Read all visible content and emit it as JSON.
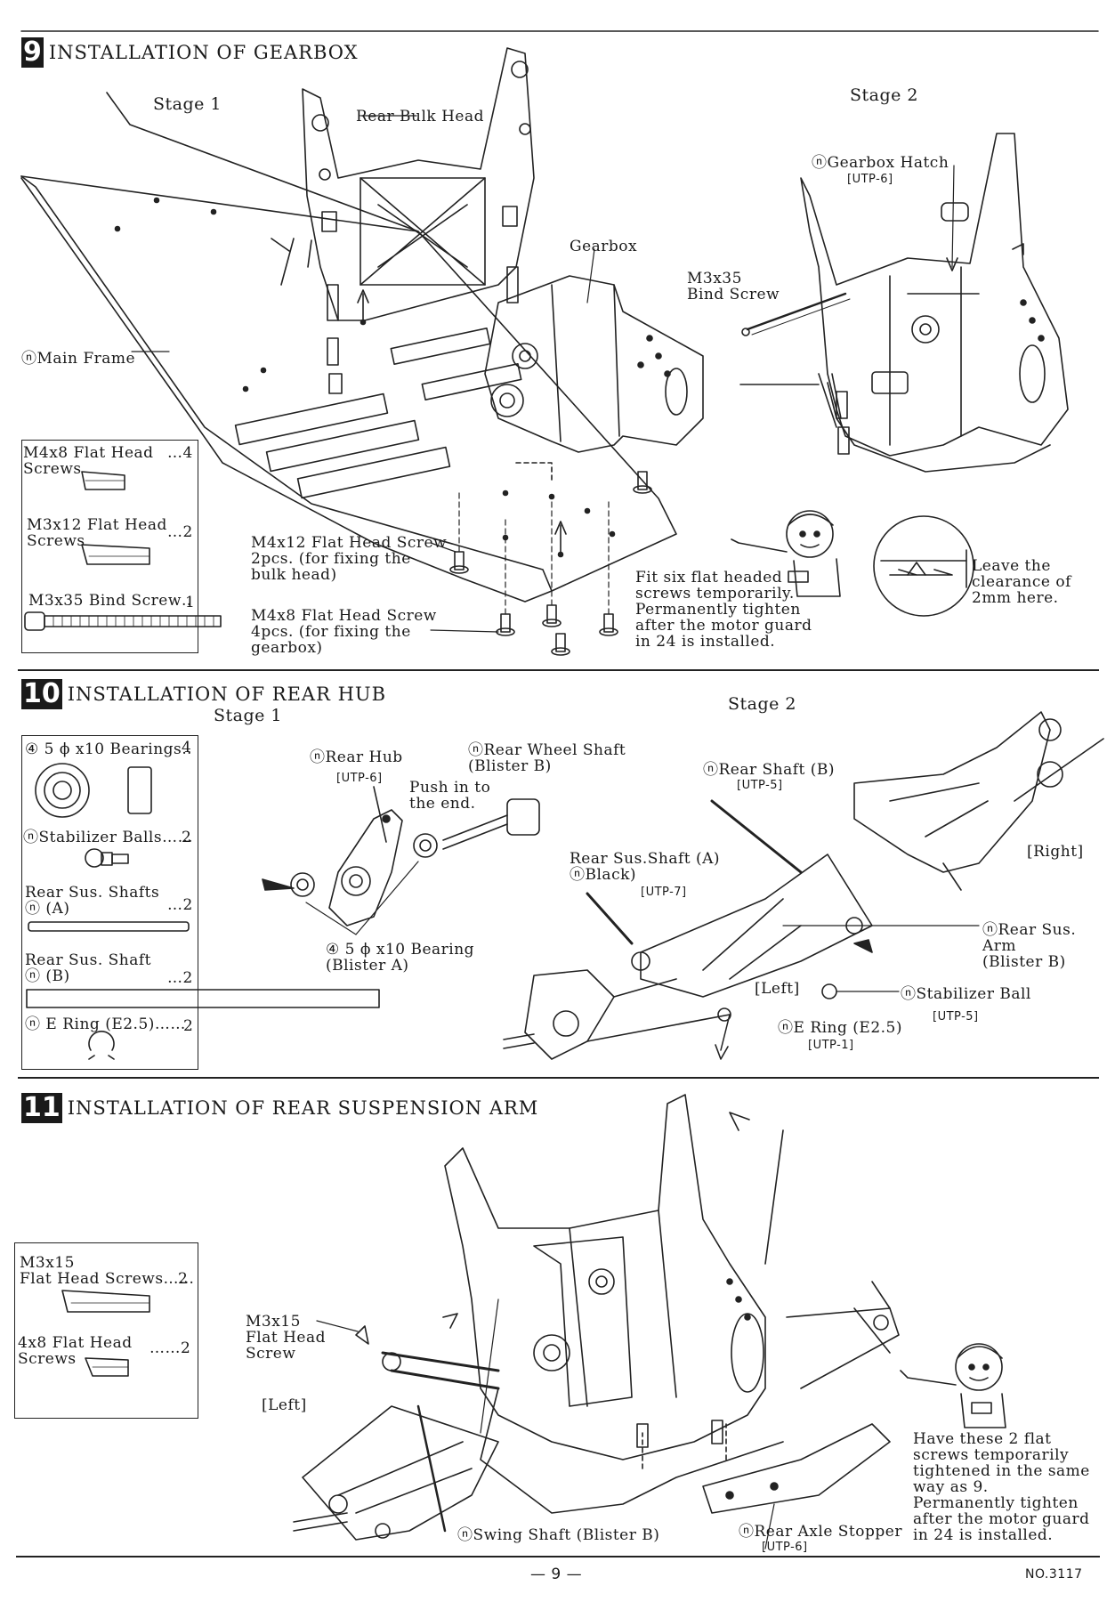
{
  "sections": {
    "s9": {
      "number": "9",
      "title": "INSTALLATION OF GEARBOX",
      "stage1": "Stage 1",
      "stage2": "Stage 2",
      "labels": {
        "rear_bulk_head": "Rear Bulk Head",
        "gearbox": "Gearbox",
        "main_frame": "ⓝMain Frame",
        "gearbox_hatch": "ⓝGearbox Hatch",
        "gearbox_hatch_code": "[UTP-6]",
        "m3x35": "M3x35\nBind Screw",
        "m4x12_note": "M4x12 Flat Head Screw\n2pcs. (for fixing the\nbulk head)",
        "m4x8_note": "M4x8 Flat Head Screw\n4pcs. (for fixing the\ngearbox)",
        "fit_note": "Fit six flat headed\nscrews temporarily.\nPermanently tighten\nafter the motor guard\nin 24 is installed.",
        "clearance": "Leave the\nclearance of\n2mm here."
      },
      "parts": [
        {
          "name": "M4x8 Flat Head\nScrews",
          "qty": "…4"
        },
        {
          "name": "M3x12 Flat Head\nScrews",
          "qty": "…2"
        },
        {
          "name": "M3x35 Bind Screw‥",
          "qty": "1"
        }
      ]
    },
    "s10": {
      "number": "10",
      "title": "INSTALLATION OF REAR HUB",
      "stage1": "Stage 1",
      "stage2": "Stage 2",
      "labels": {
        "rear_hub": "ⓝRear Hub",
        "rear_hub_code": "[UTP-6]",
        "push": "Push in to\nthe end.",
        "rear_wheel_shaft": "ⓝRear Wheel Shaft\n(Blister B)",
        "bearing": "④ 5 ϕ x10 Bearing\n(Blister A)",
        "rear_shaft_b": "ⓝRear Shaft (B)",
        "rear_shaft_b_code": "[UTP-5]",
        "rear_sus_shaft_a": "Rear Sus.Shaft (A)\nⓝBlack)",
        "utp7": "[UTP-7]",
        "right": "[Right]",
        "rear_sus_arm": "ⓝRear Sus.\nArm\n(Blister B)",
        "left": "[Left]",
        "stabilizer_ball": "ⓝStabilizer Ball",
        "stabilizer_code": "[UTP-5]",
        "e_ring": "ⓝE Ring (E2.5)",
        "e_ring_code": "[UTP-1]"
      },
      "parts": [
        {
          "name": "④ 5 ϕ x10 Bearings‥",
          "qty": "4"
        },
        {
          "name": "ⓝStabilizer Balls……",
          "qty": "2"
        },
        {
          "name": "Rear Sus. Shafts\nⓝ (A)",
          "qty": "…2"
        },
        {
          "name": "Rear Sus. Shaft\nⓝ (B)",
          "qty": "…2"
        },
        {
          "name": "ⓝ E Ring (E2.5)……",
          "qty": "2"
        }
      ]
    },
    "s11": {
      "number": "11",
      "title": "INSTALLATION OF REAR SUSPENSION ARM",
      "labels": {
        "m3x15_flat": "M3x15\nFlat Head\nScrew",
        "left": "[Left]",
        "swing_shaft": "ⓝSwing Shaft (Blister B)",
        "rear_axle_stopper": "ⓝRear Axle Stopper",
        "rear_axle_stopper_code": "[UTP-6]",
        "have_note": "Have these 2 flat\nscrews temporarily\ntightened in the same\nway as 9.\nPermanently tighten\nafter the motor guard\nin 24 is installed."
      },
      "parts": [
        {
          "name": "M3x15\nFlat Head Screws……",
          "qty": "2"
        },
        {
          "name": "4x8 Flat Head\nScrews",
          "qty": "……2"
        }
      ]
    }
  },
  "footer": {
    "page": "— 9 —",
    "doc_no": "NO.3117"
  }
}
